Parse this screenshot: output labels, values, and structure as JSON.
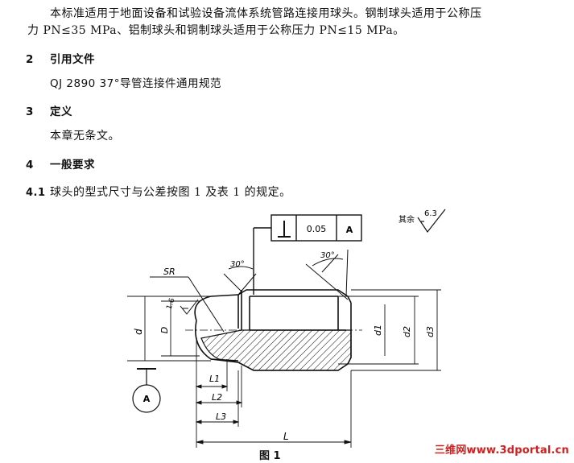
{
  "body": {
    "p1": "本标准适用于地面设备和试验设备流体系统管路连接用球头。钢制球头适用于公称压",
    "p2": "力 PN≤35 MPa、铝制球头和铜制球头适用于公称压力 PN≤15 MPa。",
    "s2_num": "2",
    "s2_title": "引用文件",
    "ref": "QJ 2890   37°导管连接件通用规范",
    "s3_num": "3",
    "s3_title": "定义",
    "def": "本章无条文。",
    "s4_num": "4",
    "s4_title": "一般要求",
    "s41_num": "4.1",
    "s41_text": "球头的型式尺寸与公差按图 1 及表 1 的规定。"
  },
  "figure": {
    "caption": "图 1",
    "tolerance_value": "0.05",
    "datum": "A",
    "datum_circle": "A",
    "roughness_label": "其余",
    "roughness_value": "6.3",
    "angle_left": "30°",
    "angle_right": "30°",
    "sr": "SR",
    "roughness_small": "1.6",
    "dim_d": "d",
    "dim_D": "D",
    "dim_d1": "d1",
    "dim_d2": "d2",
    "dim_d3": "d3",
    "dim_L1": "L1",
    "dim_L2": "L2",
    "dim_L3": "L3",
    "dim_L": "L"
  },
  "watermark": "三维网www.3dportal.cn"
}
